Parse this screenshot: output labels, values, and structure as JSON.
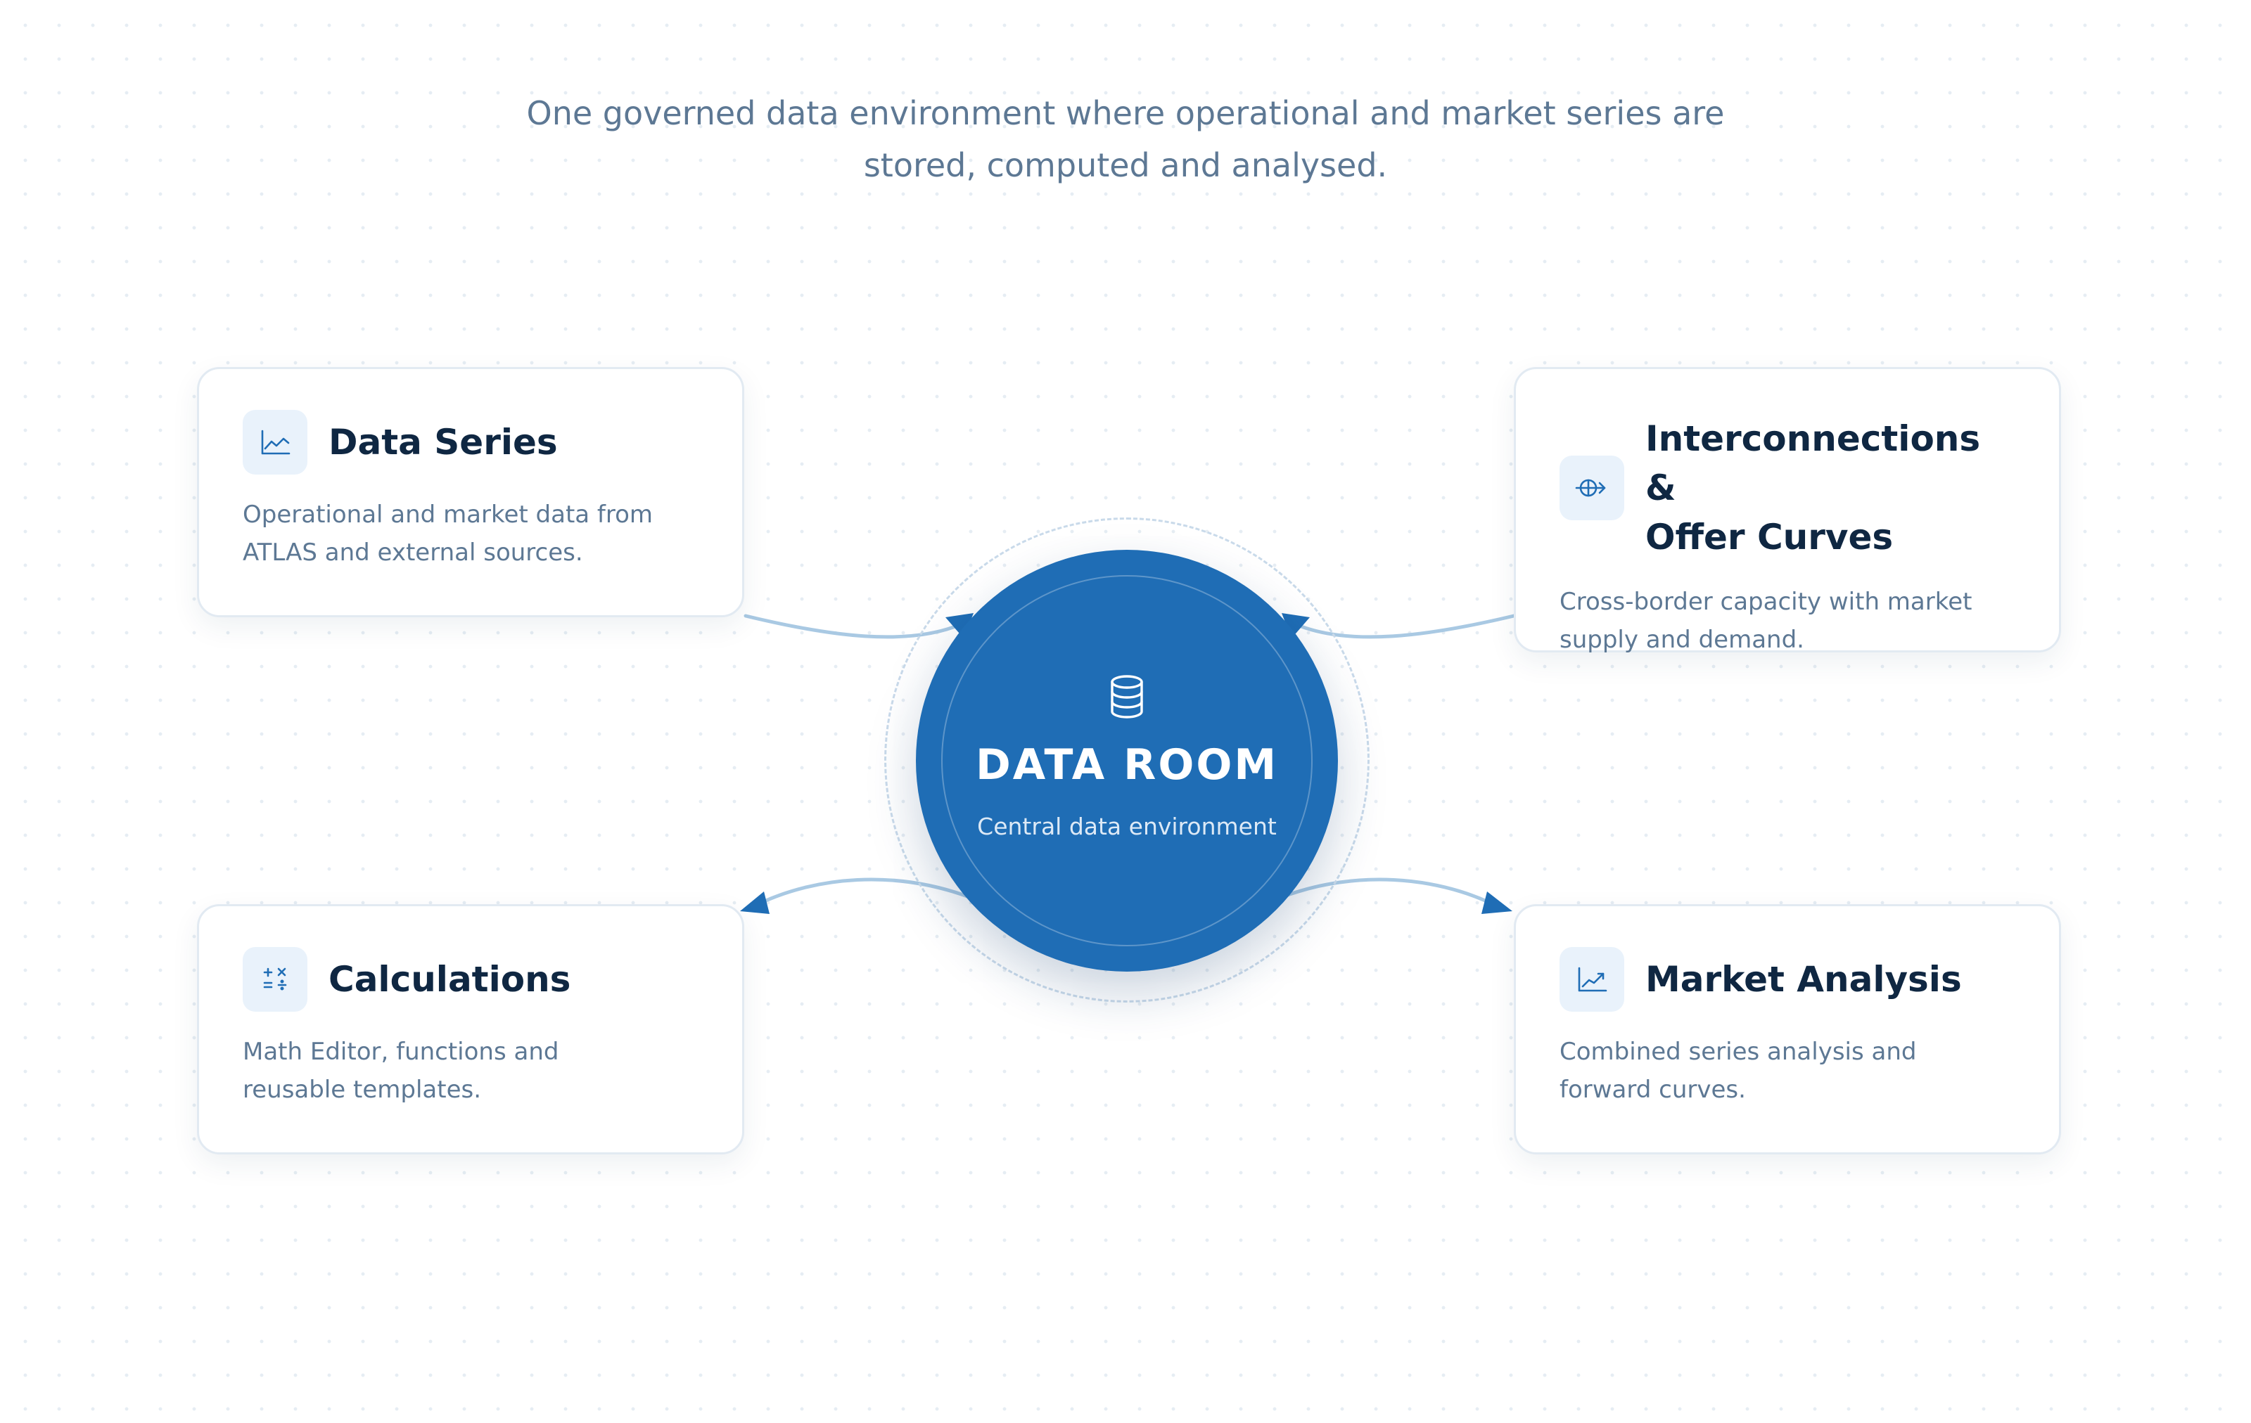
{
  "intro": {
    "lines": [
      "One governed data environment where operational and market series are",
      "stored, computed and analysed."
    ]
  },
  "hub": {
    "icon": "database-icon",
    "title": "DATA ROOM",
    "subtitle": "Central data environment",
    "color": "#1f6db5"
  },
  "cards": {
    "data_series": {
      "icon": "line-chart-icon",
      "title": "Data Series",
      "description_lines": [
        "Operational and market data from",
        "ATLAS and external sources."
      ]
    },
    "interconnections": {
      "icon": "interconnection-icon",
      "title_lines": [
        "Interconnections &",
        "Offer Curves"
      ],
      "description_lines": [
        "Cross-border capacity with market",
        "supply and demand."
      ]
    },
    "calculations": {
      "icon": "math-operators-icon",
      "title": "Calculations",
      "description_lines": [
        "Math Editor, functions and",
        "reusable templates."
      ]
    },
    "market_analysis": {
      "icon": "trend-chart-icon",
      "title": "Market Analysis",
      "description_lines": [
        "Combined series analysis and",
        "forward curves."
      ]
    }
  },
  "colors": {
    "accent": "#1f6db5",
    "connector": "#a9c9e3",
    "heading": "#0f2742",
    "muted": "#5d7894",
    "icon_bg": "#e9f2fb"
  }
}
